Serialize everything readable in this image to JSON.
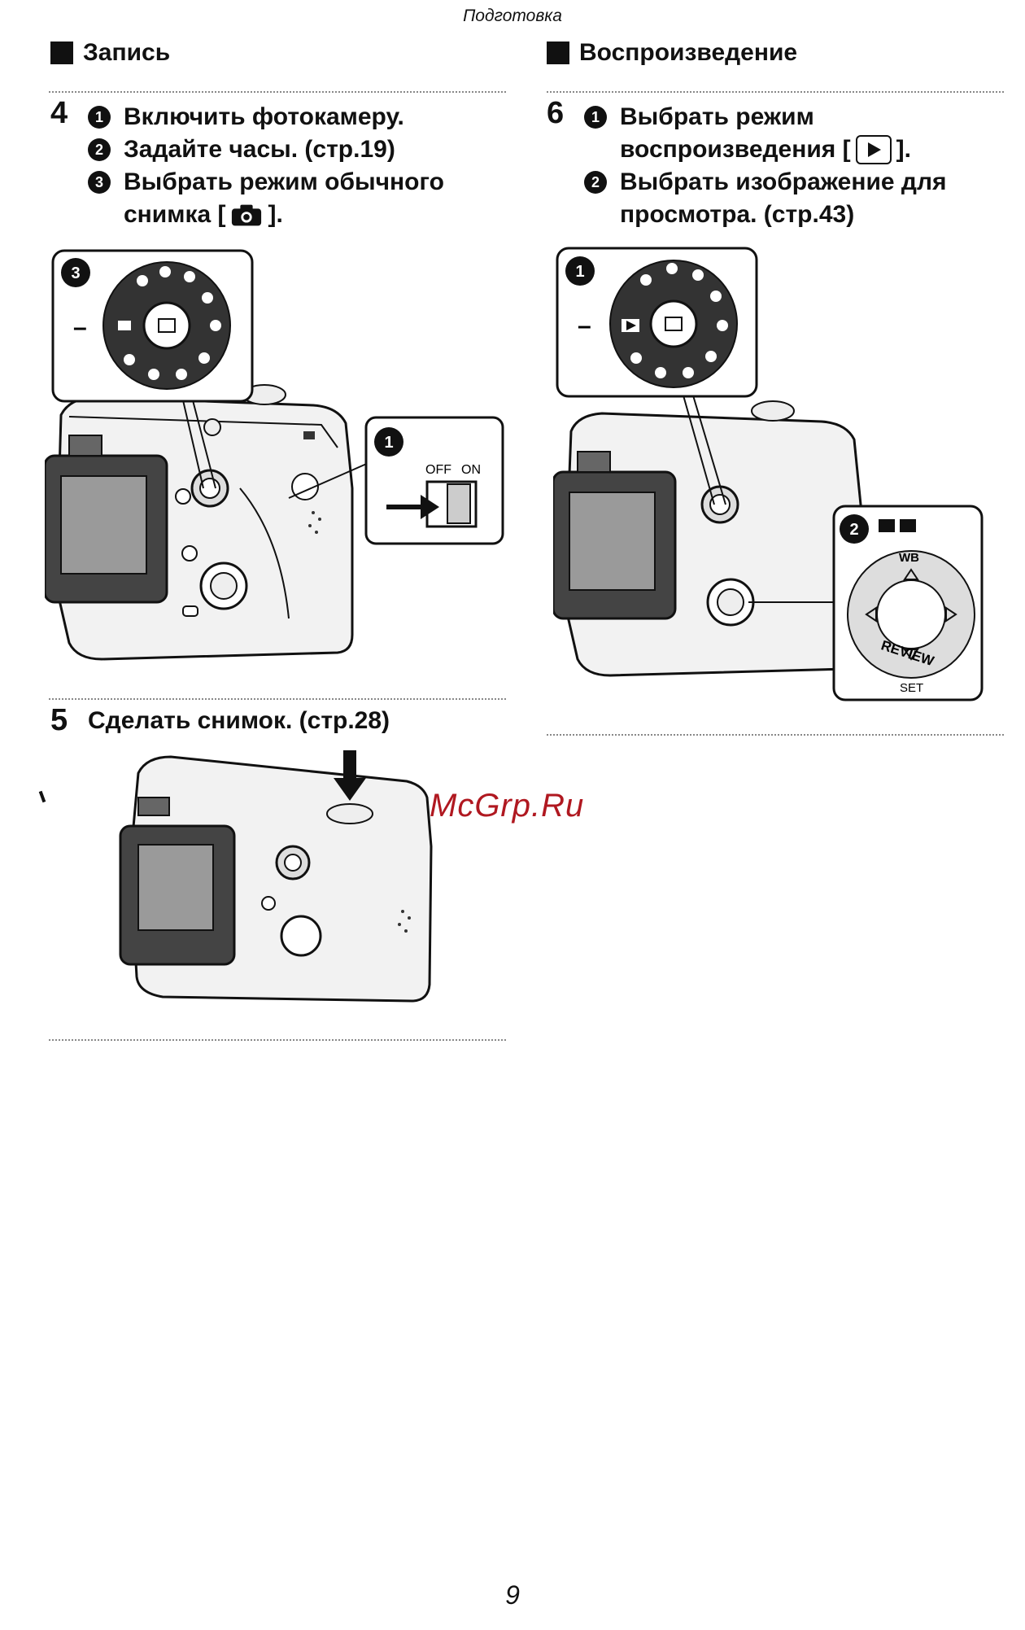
{
  "header": {
    "title": "Подготовка"
  },
  "left_section": {
    "title": "Запись",
    "step4": {
      "number": "4",
      "items": [
        {
          "marker": "1",
          "text": "Включить фотокамеру."
        },
        {
          "marker": "2",
          "text": "Задайте часы. (стр.19)"
        },
        {
          "marker": "3",
          "text": "Выбрать режим обычного"
        }
      ],
      "item3_cont_before": "снимка [",
      "item3_cont_after": "]."
    },
    "figure1": {
      "dial_marker": "3",
      "switch_marker": "1",
      "switch_off": "OFF",
      "switch_on": "ON",
      "dash": "–"
    },
    "step5": {
      "number": "5",
      "text": "Сделать снимок. (стр.28)"
    }
  },
  "right_section": {
    "title": "Воспроизведение",
    "step6": {
      "number": "6",
      "item1_marker": "1",
      "item1_line1": "Выбрать режим",
      "item1_line2_before": "воспроизведения [",
      "item1_line2_after": "].",
      "item2_marker": "2",
      "item2_line1": "Выбрать изображение для",
      "item2_line2": "просмотра. (стр.43)"
    },
    "figure2": {
      "dial_marker": "1",
      "pad_marker": "2",
      "wb_label": "WB",
      "review_label": "REVIEW",
      "set_label": "SET",
      "dash": "–"
    }
  },
  "watermark": "McGrp.Ru",
  "page_number": "9",
  "icons": {
    "camera": "camera-icon",
    "play": "play-icon",
    "arrow": "arrow-right-icon",
    "shutter_arrow": "arrow-down-icon"
  }
}
